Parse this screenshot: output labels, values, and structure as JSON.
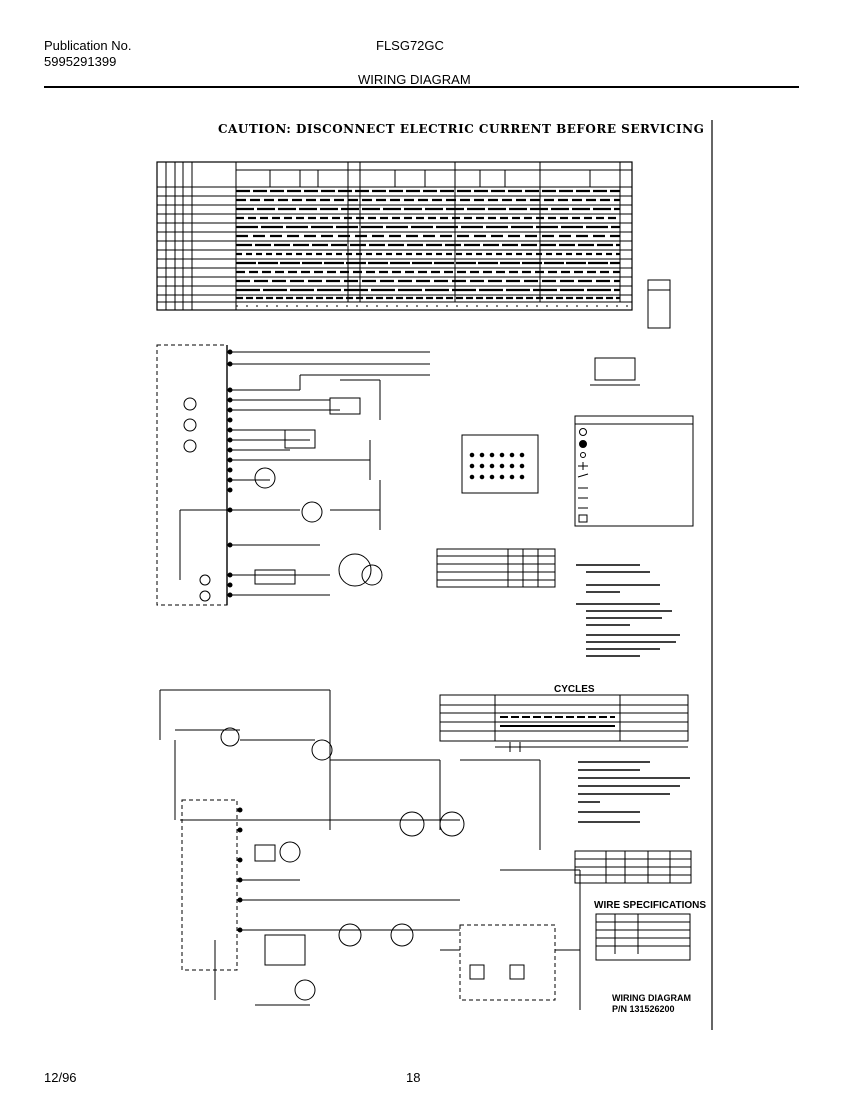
{
  "header": {
    "publication_label": "Publication No.",
    "publication_number": "5995291399",
    "model": "FLSG72GC",
    "section_title": "WIRING DIAGRAM"
  },
  "caution": "CAUTION: DISCONNECT ELECTRIC CURRENT BEFORE SERVICING",
  "cycles_label": "CYCLES",
  "wire_specs_label": "WIRE SPECIFICATIONS",
  "diagram_caption": {
    "line1": "WIRING DIAGRAM",
    "line2": "P/N 131526200"
  },
  "footer": {
    "date": "12/96",
    "page": "18"
  }
}
